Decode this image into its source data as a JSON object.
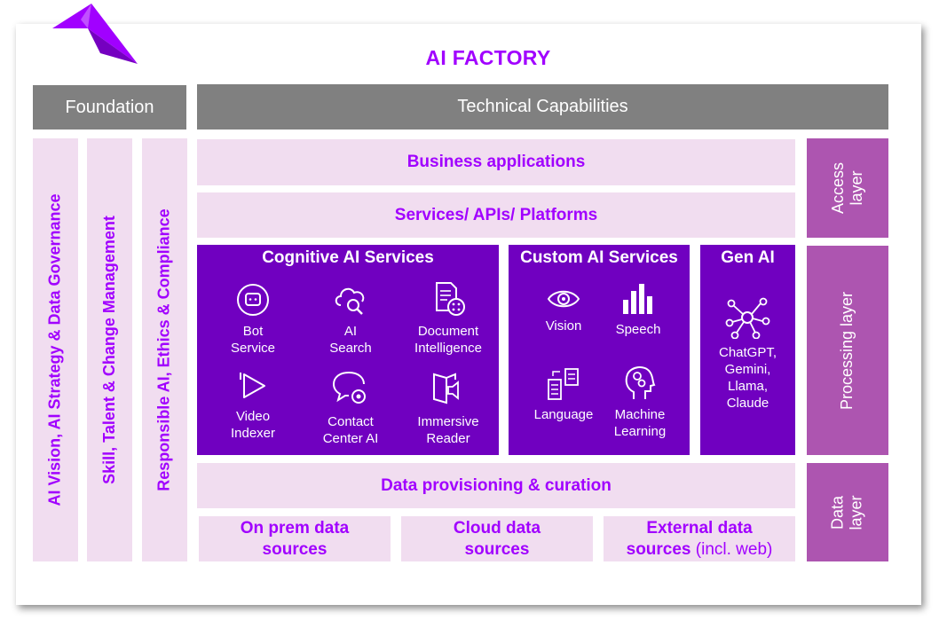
{
  "title": "AI FACTORY",
  "headers": {
    "foundation": "Foundation",
    "technical": "Technical Capabilities"
  },
  "pillars": [
    "AI Vision, AI Strategy & Data Governance",
    "Skill, Talent & Change Management",
    "Responsible AI, Ethics & Compliance"
  ],
  "bands": {
    "business_apps": "Business applications",
    "services_apis": "Services/ APIs/ Platforms",
    "data_provisioning": "Data provisioning & curation"
  },
  "data_sources": {
    "on_prem": "On prem data\nsources",
    "cloud": "Cloud data\nsources",
    "external_bold": "External data\nsources",
    "external_plain": " (incl. web)"
  },
  "layers": {
    "access": "Access\nlayer",
    "processing": "Processing layer",
    "data": "Data\nlayer"
  },
  "cognitive": {
    "heading": "Cognitive AI Services",
    "items": [
      {
        "label": "Bot\nService",
        "icon": "bot-icon"
      },
      {
        "label": "AI\nSearch",
        "icon": "cloud-search-icon"
      },
      {
        "label": "Document\nIntelligence",
        "icon": "document-icon"
      },
      {
        "label": "Video\nIndexer",
        "icon": "play-icon"
      },
      {
        "label": "Contact\nCenter AI",
        "icon": "chat-gear-icon"
      },
      {
        "label": "Immersive\nReader",
        "icon": "book-audio-icon"
      }
    ]
  },
  "custom": {
    "heading": "Custom AI Services",
    "items": [
      {
        "label": "Vision",
        "icon": "eye-icon"
      },
      {
        "label": "Speech",
        "icon": "sound-bars-icon"
      },
      {
        "label": "Language",
        "icon": "translate-icon"
      },
      {
        "label": "Machine\nLearning",
        "icon": "head-gears-icon"
      }
    ]
  },
  "genai": {
    "heading": "Gen AI",
    "models": "ChatGPT,\nGemini,\nLlama,\nClaude",
    "icon": "network-icon"
  },
  "colors": {
    "accent": "#a100ff",
    "light_band": "#f1ddf0",
    "layer": "#ad55b0",
    "service_box": "#7000c0",
    "header_gray": "#808080"
  }
}
